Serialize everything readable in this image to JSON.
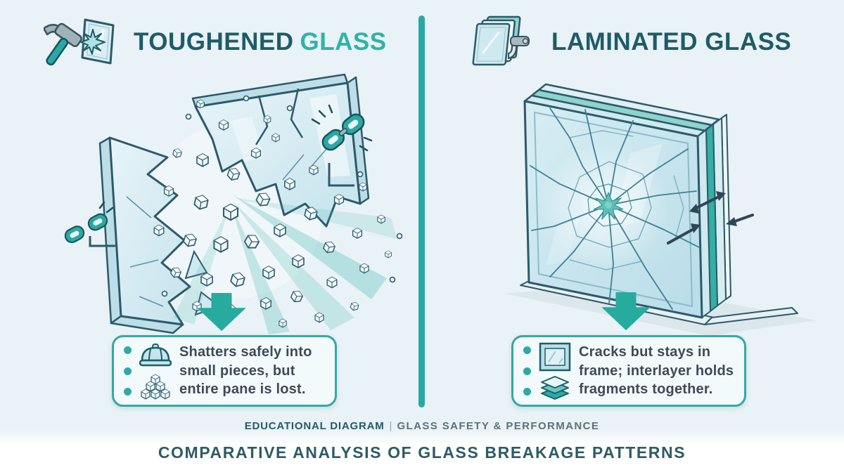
{
  "colors": {
    "background": "#e9f2f6",
    "accent_teal": "#2aa9a4",
    "dark_teal": "#1d5c68",
    "bright_teal": "#2db3ab",
    "interlayer_teal": "#33b0a6",
    "callout_border": "#35a8a6",
    "callout_text": "#3e4a57",
    "footer_text": "#2d5b66"
  },
  "left_panel": {
    "title_word1": "TOUGHENED",
    "title_word2": "GLASS",
    "header_icon": "hammer-hitting-glass-icon",
    "illustration": "shattered-pane-with-flying-glass-cubes",
    "annotation_icons": [
      "broken-chain-icon",
      "broken-chain-icon"
    ],
    "marker_icon": "down-arrow-icon",
    "callout": {
      "bullet_count": 3,
      "icons": [
        "hard-hat-icon",
        "glass-cubes-icon"
      ],
      "text_lines": [
        "Shatters safely into",
        "small pieces, but",
        "entire pane is lost."
      ]
    }
  },
  "right_panel": {
    "title": "LAMINATED GLASS",
    "header_icon": "laminated-panes-icon",
    "illustration": "cracked-laminated-pane-in-frame",
    "annotation_icons": [
      "interlayer-arrows"
    ],
    "marker_icon": "down-arrow-icon",
    "callout": {
      "bullet_count": 3,
      "icons": [
        "framed-glass-icon",
        "interlayer-stack-icon"
      ],
      "text_lines": [
        "Cracks but stays in",
        "frame; interlayer holds",
        "fragments together."
      ]
    }
  },
  "footer": {
    "caption_primary": "EDUCATIONAL DIAGRAM",
    "caption_separator": "|",
    "caption_secondary": "GLASS SAFETY & PERFORMANCE",
    "title": "COMPARATIVE ANALYSIS OF GLASS BREAKAGE PATTERNS"
  }
}
